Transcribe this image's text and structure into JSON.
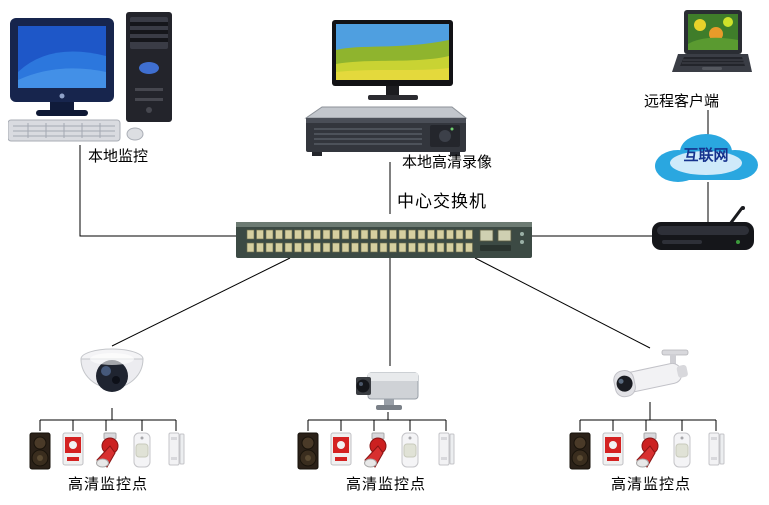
{
  "nodes": {
    "local_monitor": {
      "label": "本地监控",
      "device": "desktop-computer"
    },
    "local_recorder": {
      "label": "本地高清录像",
      "device": "hd-monitor-and-rack-server"
    },
    "remote_client": {
      "label": "远程客户端",
      "device": "laptop"
    },
    "internet": {
      "label": "互联网",
      "device": "cloud"
    },
    "router": {
      "device": "wireless-router"
    },
    "central_switch": {
      "label": "中心交换机",
      "device": "48-port-network-switch"
    },
    "camera_group_1": {
      "label": "高清监控点",
      "camera": "dome-camera",
      "peripherals": [
        "speaker",
        "alarm-button",
        "siren",
        "motion-sensor",
        "door-sensor"
      ]
    },
    "camera_group_2": {
      "label": "高清监控点",
      "camera": "box-camera",
      "peripherals": [
        "speaker",
        "alarm-button",
        "siren",
        "motion-sensor",
        "door-sensor"
      ]
    },
    "camera_group_3": {
      "label": "高清监控点",
      "camera": "bullet-camera",
      "peripherals": [
        "speaker",
        "alarm-button",
        "siren",
        "motion-sensor",
        "door-sensor"
      ]
    }
  },
  "colors": {
    "background": "#ffffff",
    "connector_line": "#000000",
    "cloud_fill": "#2aa7e0",
    "internet_text": "#16338e",
    "label_text": "#000000"
  }
}
